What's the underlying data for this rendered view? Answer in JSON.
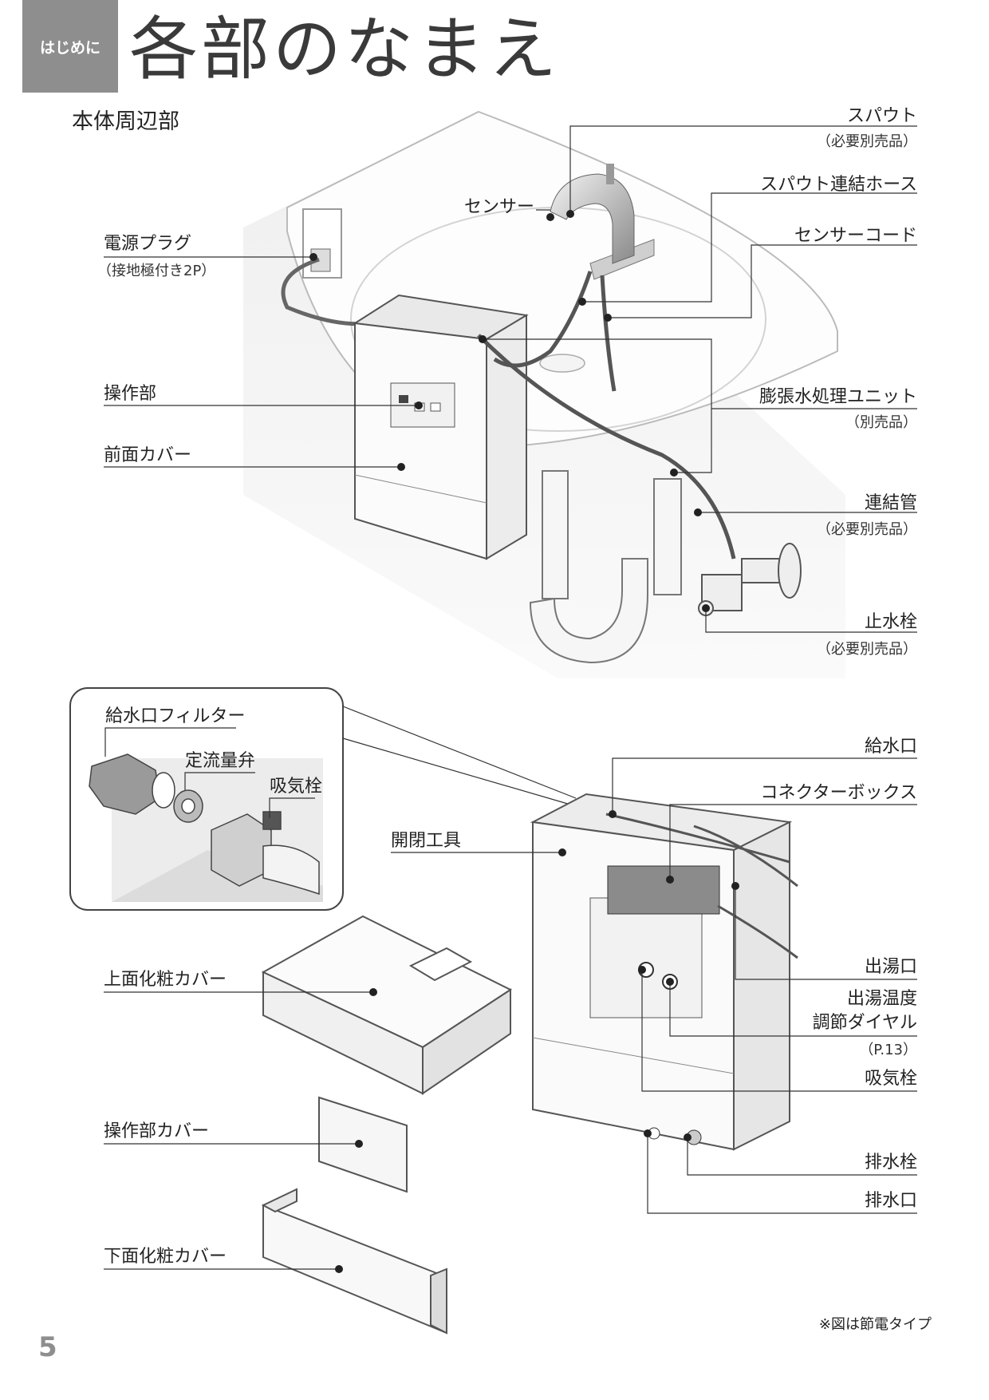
{
  "header": {
    "tab_label": "はじめに",
    "title": "各部のなまえ"
  },
  "section_title": "本体周辺部",
  "labels": {
    "spout": "スパウト",
    "spout_sub": "（必要別売品）",
    "spout_hose": "スパウト連結ホース",
    "sensor": "センサー",
    "sensor_cord": "センサーコード",
    "power_plug": "電源プラグ",
    "power_plug_sub": "（接地極付き2P）",
    "control_panel": "操作部",
    "front_cover": "前面カバー",
    "expansion_unit": "膨張水処理ユニット",
    "expansion_unit_sub": "（別売品）",
    "connecting_pipe": "連結管",
    "connecting_pipe_sub": "（必要別売品）",
    "stop_valve": "止水栓",
    "stop_valve_sub": "（必要別売品）",
    "inlet_filter": "給水口フィルター",
    "flow_valve": "定流量弁",
    "air_plug_inset": "吸気栓",
    "open_tool": "開閉工具",
    "water_inlet": "給水口",
    "connector_box": "コネクターボックス",
    "hot_outlet": "出湯口",
    "temp_dial_1": "出湯温度",
    "temp_dial_2": "調節ダイヤル",
    "temp_dial_sub": "（P.13）",
    "air_plug": "吸気栓",
    "drain_plug": "排水栓",
    "drain_outlet": "排水口",
    "top_cover": "上面化粧カバー",
    "panel_cover": "操作部カバー",
    "bottom_cover": "下面化粧カバー"
  },
  "footer": {
    "note": "※図は節電タイプ",
    "page_number": "5"
  }
}
